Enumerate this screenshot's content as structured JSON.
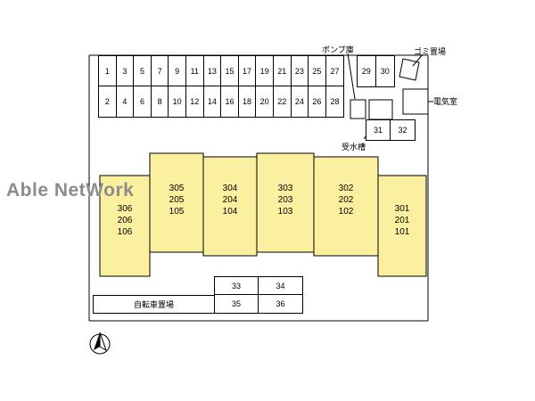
{
  "watermark": "Able NetWork",
  "colors": {
    "building_fill": "#FAF0A0",
    "line": "#000000",
    "watermark": "#8C8C8C"
  },
  "labels": {
    "pump_room": "ポンプ庫",
    "water_tank": "受水槽",
    "garbage_area": "ゴミ置場",
    "electrical_room": "電気室",
    "bicycle_parking": "自転車置場"
  },
  "parking": {
    "row_odd": [
      "1",
      "3",
      "5",
      "7",
      "9",
      "11",
      "13",
      "15",
      "17",
      "19",
      "21",
      "23",
      "25",
      "27"
    ],
    "row_even": [
      "2",
      "4",
      "6",
      "8",
      "10",
      "12",
      "14",
      "16",
      "18",
      "20",
      "22",
      "24",
      "26",
      "28"
    ],
    "right_top": [
      "29",
      "30"
    ],
    "right_mid": [
      "31",
      "32"
    ],
    "bottom": [
      "33",
      "34",
      "35",
      "36"
    ]
  },
  "building": {
    "fill": "#FAF0A0",
    "units": [
      {
        "rooms": [
          "306",
          "206",
          "106"
        ]
      },
      {
        "rooms": [
          "305",
          "205",
          "105"
        ]
      },
      {
        "rooms": [
          "304",
          "204",
          "104"
        ]
      },
      {
        "rooms": [
          "303",
          "203",
          "103"
        ]
      },
      {
        "rooms": [
          "302",
          "202",
          "102"
        ]
      },
      {
        "rooms": [
          "301",
          "201",
          "101"
        ]
      }
    ]
  }
}
